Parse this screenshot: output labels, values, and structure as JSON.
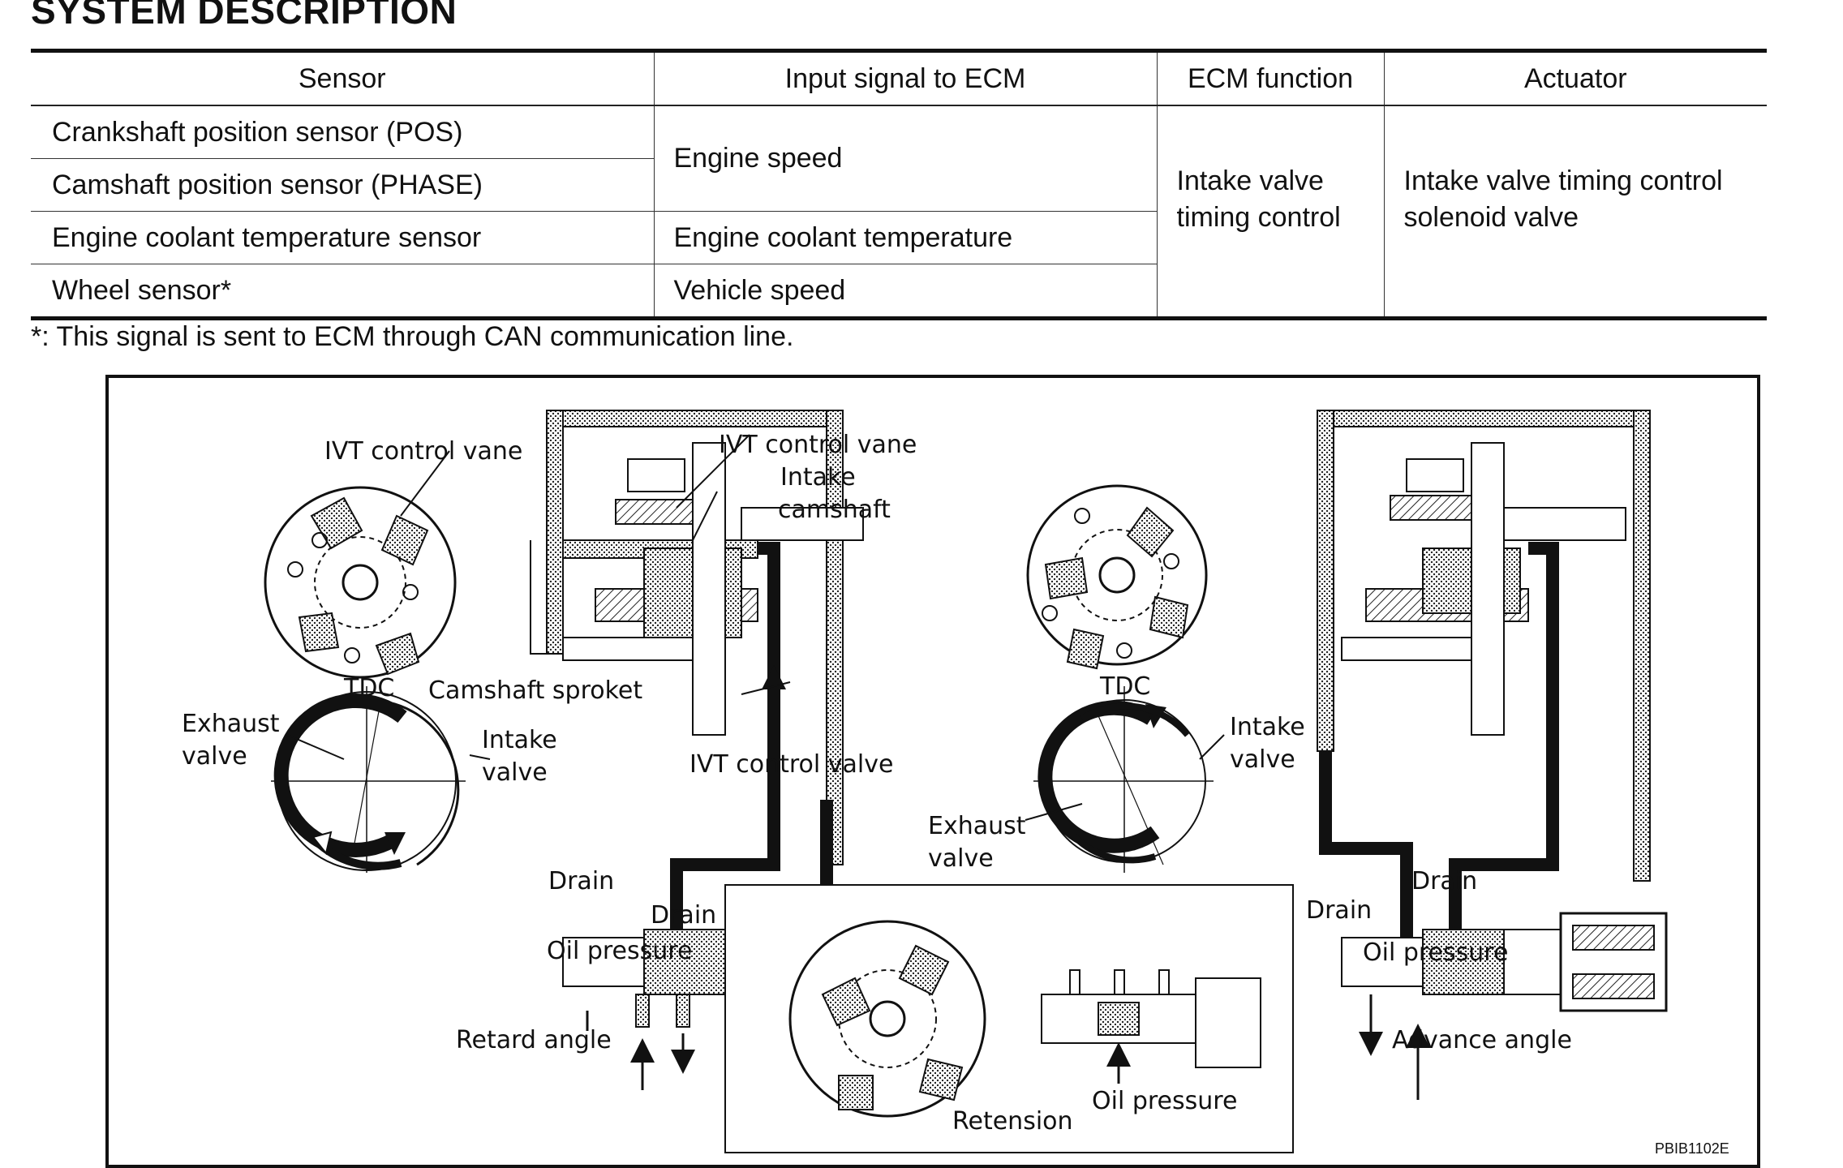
{
  "page": {
    "title": "SYSTEM DESCRIPTION"
  },
  "table": {
    "headers": [
      "Sensor",
      "Input signal to ECM",
      "ECM function",
      "Actuator"
    ],
    "sensors": [
      "Crankshaft position sensor (POS)",
      "Camshaft position sensor (PHASE)",
      "Engine coolant temperature sensor",
      "Wheel sensor*"
    ],
    "inputs": [
      "Engine speed",
      "Engine coolant temperature",
      "Vehicle speed"
    ],
    "ecm_function": [
      "Intake valve",
      "timing control"
    ],
    "actuator": [
      "Intake valve timing control",
      "solenoid valve"
    ]
  },
  "footnote": "*: This signal is sent to ECM through CAN communication line.",
  "diagram": {
    "labels": {
      "ivt_vane_left": "IVT control vane",
      "ivt_vane_center": "IVT control vane",
      "intake": "Intake",
      "camshaft": "camshaft",
      "tdc_left": "TDC",
      "camshaft_sprocket": "Camshaft sproket",
      "exhaust_left_1": "Exhaust",
      "exhaust_left_2": "valve",
      "intake_left_1": "Intake",
      "intake_left_2": "valve",
      "ivt_control_valve": "IVT control valve",
      "drain_left_1": "Drain",
      "drain_left_2": "Drain",
      "oil_pressure_left": "Oil pressure",
      "retard_angle": "Retard angle",
      "tdc_right": "TDC",
      "intake_right_1": "Intake",
      "intake_right_2": "valve",
      "exhaust_right_1": "Exhaust",
      "exhaust_right_2": "valve",
      "drain_right_1": "Drain",
      "drain_right_2": "Drain",
      "oil_pressure_right": "Oil pressure",
      "advance_angle": "Advance angle",
      "oil_pressure_center": "Oil pressure",
      "retension": "Retension",
      "figure_code": "PBIB1102E"
    }
  }
}
